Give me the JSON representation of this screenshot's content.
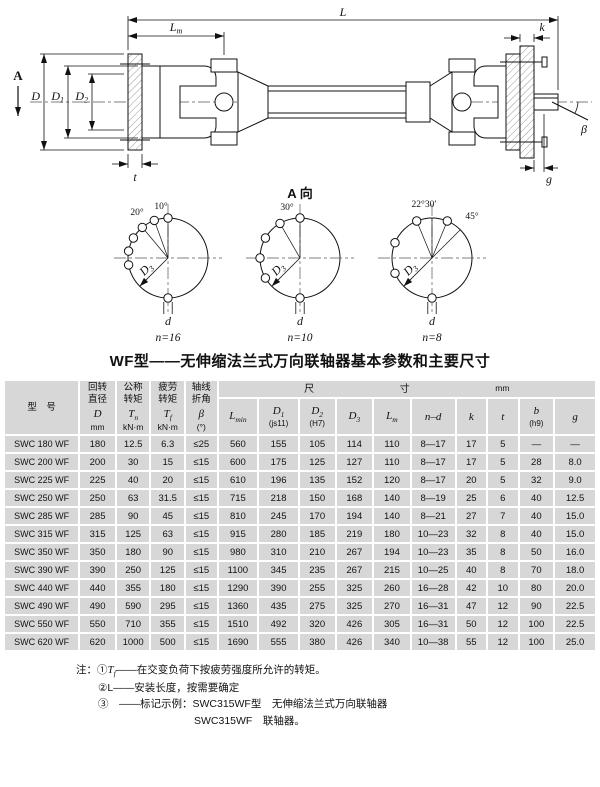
{
  "page": {
    "title": "WF型——无伸缩法兰式万向联轴器基本参数和主要尺寸"
  },
  "drawing": {
    "dim_L": "L",
    "dim_Lm_sym": "L",
    "dim_Lm_sub": "m",
    "dim_k": "k",
    "view_arrow": "A",
    "dim_D": "D",
    "dim_D1_sym": "D",
    "dim_D1_sub": "1",
    "dim_D2_sym": "D",
    "dim_D2_sub": "2",
    "dim_t": "t",
    "dim_g": "g",
    "dim_beta": "β",
    "view_label": "A 向",
    "circles": [
      {
        "a1": "10°",
        "a2": "20°",
        "dia_sym": "D",
        "dia_sub": "3",
        "hole": "d",
        "count": "n=16"
      },
      {
        "a1": "30°",
        "a2": "",
        "dia_sym": "D",
        "dia_sub": "3",
        "hole": "d",
        "count": "n=10"
      },
      {
        "a1": "22°30′",
        "a2": "45°",
        "dia_sym": "D",
        "dia_sub": "3",
        "hole": "d",
        "count": "n=8"
      }
    ]
  },
  "table": {
    "col_model": "型　号",
    "group_dims": {
      "char1": "尺",
      "char2": "寸",
      "unit": "mm"
    },
    "left_cols": [
      {
        "line1": "回转",
        "line2": "直径",
        "sym": "D",
        "sub": "",
        "unit": "mm"
      },
      {
        "line1": "公称",
        "line2": "转矩",
        "sym": "T",
        "sub": "n",
        "unit": "kN·m"
      },
      {
        "line1": "疲劳",
        "line2": "转矩",
        "sym": "T",
        "sub": "f",
        "unit": "kN·m"
      },
      {
        "line1": "轴线",
        "line2": "折角",
        "sym": "β",
        "sub": "",
        "unit": "(°)"
      }
    ],
    "dim_cols": [
      {
        "sym": "L",
        "sub": "min",
        "note": ""
      },
      {
        "sym": "D",
        "sub": "1",
        "note": "(js11)"
      },
      {
        "sym": "D",
        "sub": "2",
        "note": "(H7)"
      },
      {
        "sym": "D",
        "sub": "3",
        "note": ""
      },
      {
        "sym": "L",
        "sub": "m",
        "note": ""
      },
      {
        "sym": "n–d",
        "sub": "",
        "note": ""
      },
      {
        "sym": "k",
        "sub": "",
        "note": ""
      },
      {
        "sym": "t",
        "sub": "",
        "note": ""
      },
      {
        "sym": "b",
        "sub": "",
        "note": "(h9)"
      },
      {
        "sym": "g",
        "sub": "",
        "note": ""
      }
    ],
    "rows": [
      [
        "SWC 180 WF",
        "180",
        "12.5",
        "6.3",
        "≤25",
        "560",
        "155",
        "105",
        "114",
        "110",
        "8—17",
        "17",
        "5",
        "—",
        "—"
      ],
      [
        "SWC 200 WF",
        "200",
        "30",
        "15",
        "≤15",
        "600",
        "175",
        "125",
        "127",
        "110",
        "8—17",
        "17",
        "5",
        "28",
        "8.0"
      ],
      [
        "SWC 225 WF",
        "225",
        "40",
        "20",
        "≤15",
        "610",
        "196",
        "135",
        "152",
        "120",
        "8—17",
        "20",
        "5",
        "32",
        "9.0"
      ],
      [
        "SWC 250 WF",
        "250",
        "63",
        "31.5",
        "≤15",
        "715",
        "218",
        "150",
        "168",
        "140",
        "8—19",
        "25",
        "6",
        "40",
        "12.5"
      ],
      [
        "SWC 285 WF",
        "285",
        "90",
        "45",
        "≤15",
        "810",
        "245",
        "170",
        "194",
        "140",
        "8—21",
        "27",
        "7",
        "40",
        "15.0"
      ],
      [
        "SWC 315 WF",
        "315",
        "125",
        "63",
        "≤15",
        "915",
        "280",
        "185",
        "219",
        "180",
        "10—23",
        "32",
        "8",
        "40",
        "15.0"
      ],
      [
        "SWC 350 WF",
        "350",
        "180",
        "90",
        "≤15",
        "980",
        "310",
        "210",
        "267",
        "194",
        "10—23",
        "35",
        "8",
        "50",
        "16.0"
      ],
      [
        "SWC 390 WF",
        "390",
        "250",
        "125",
        "≤15",
        "1100",
        "345",
        "235",
        "267",
        "215",
        "10—25",
        "40",
        "8",
        "70",
        "18.0"
      ],
      [
        "SWC 440 WF",
        "440",
        "355",
        "180",
        "≤15",
        "1290",
        "390",
        "255",
        "325",
        "260",
        "16—28",
        "42",
        "10",
        "80",
        "20.0"
      ],
      [
        "SWC 490 WF",
        "490",
        "590",
        "295",
        "≤15",
        "1360",
        "435",
        "275",
        "325",
        "270",
        "16—31",
        "47",
        "12",
        "90",
        "22.5"
      ],
      [
        "SWC 550 WF",
        "550",
        "710",
        "355",
        "≤15",
        "1510",
        "492",
        "320",
        "426",
        "305",
        "16—31",
        "50",
        "12",
        "100",
        "22.5"
      ],
      [
        "SWC 620 WF",
        "620",
        "1000",
        "500",
        "≤15",
        "1690",
        "555",
        "380",
        "426",
        "340",
        "10—38",
        "55",
        "12",
        "100",
        "25.0"
      ]
    ]
  },
  "notes": {
    "l1a": "注：①",
    "l1_sym": "T",
    "l1_sub": "f",
    "l1b": "——在交变负荷下按疲劳强度所允许的转矩。",
    "l2": "②L——安装长度，按需要确定",
    "l3": "③　——标记示例：SWC315WF型　无伸缩法兰式万向联轴器",
    "l4": "SWC315WF　联轴器。"
  }
}
